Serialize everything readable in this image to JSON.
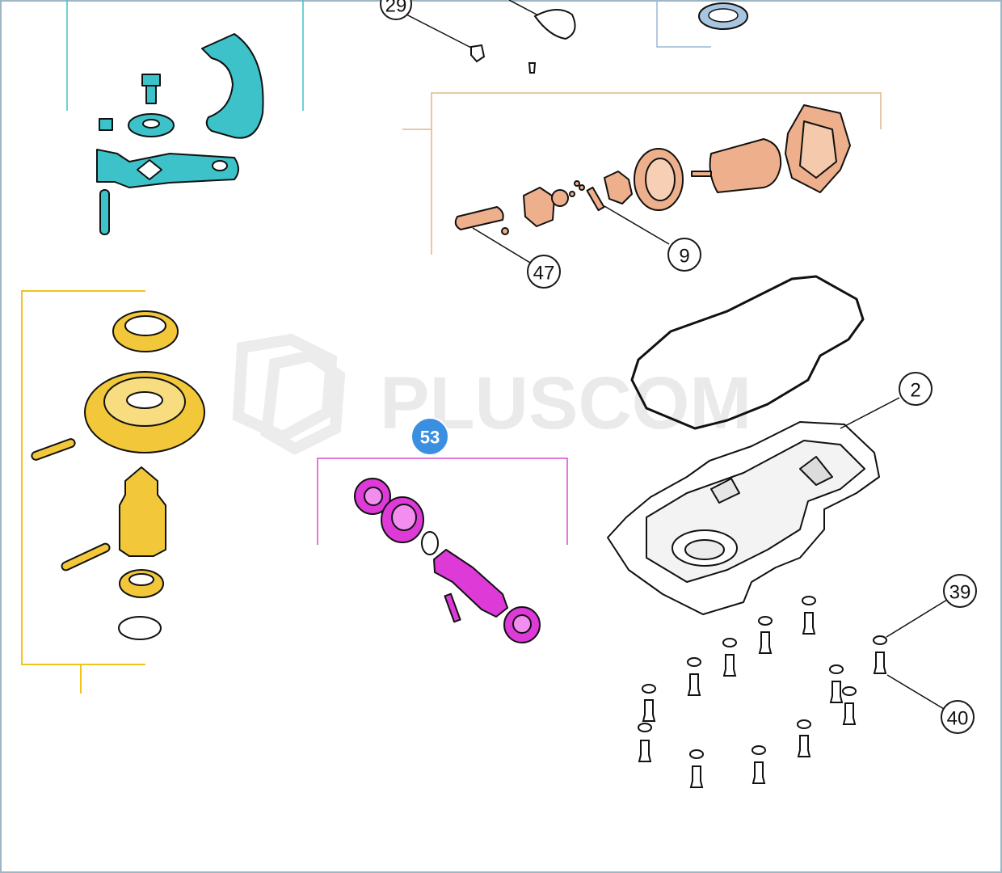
{
  "watermark": {
    "text": "PLUSCOM"
  },
  "colors": {
    "teal": "#3cc2c8",
    "orange": "#e9a882",
    "yellow": "#f2c83a",
    "magenta": "#dd3ad8",
    "hotspot": "#3a8fe0"
  },
  "callouts": {
    "c29": "29",
    "c47": "47",
    "c9": "9",
    "c2": "2",
    "c39": "39",
    "c40": "40"
  },
  "hotspot": {
    "label": "53"
  }
}
